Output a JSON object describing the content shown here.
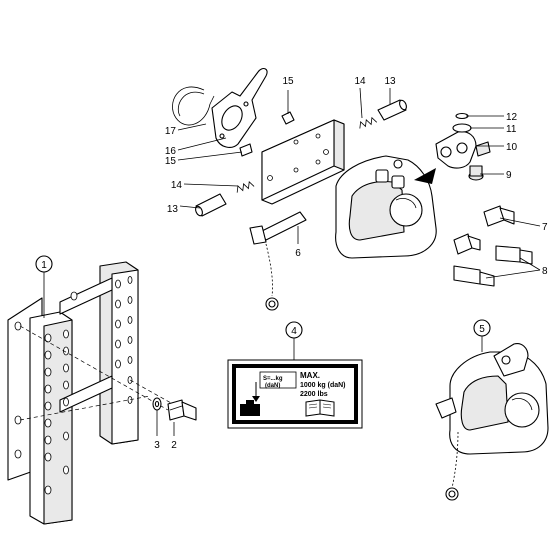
{
  "callouts": {
    "c1": "1",
    "c2": "2",
    "c3": "3",
    "c4": "4",
    "c5": "5",
    "c6": "6",
    "c7": "7",
    "c8": "8",
    "c9": "9",
    "c10": "10",
    "c11": "11",
    "c12": "12",
    "c13a": "13",
    "c13b": "13",
    "c14a": "14",
    "c14b": "14",
    "c15a": "15",
    "c15b": "15",
    "c16": "16",
    "c17": "17"
  },
  "decal": {
    "gauge_line1": "S=...kg",
    "gauge_line2": "(daN)",
    "max_label": "MAX.",
    "load_kg": "1000 kg (daN)",
    "load_lbs": "2200 lbs"
  }
}
